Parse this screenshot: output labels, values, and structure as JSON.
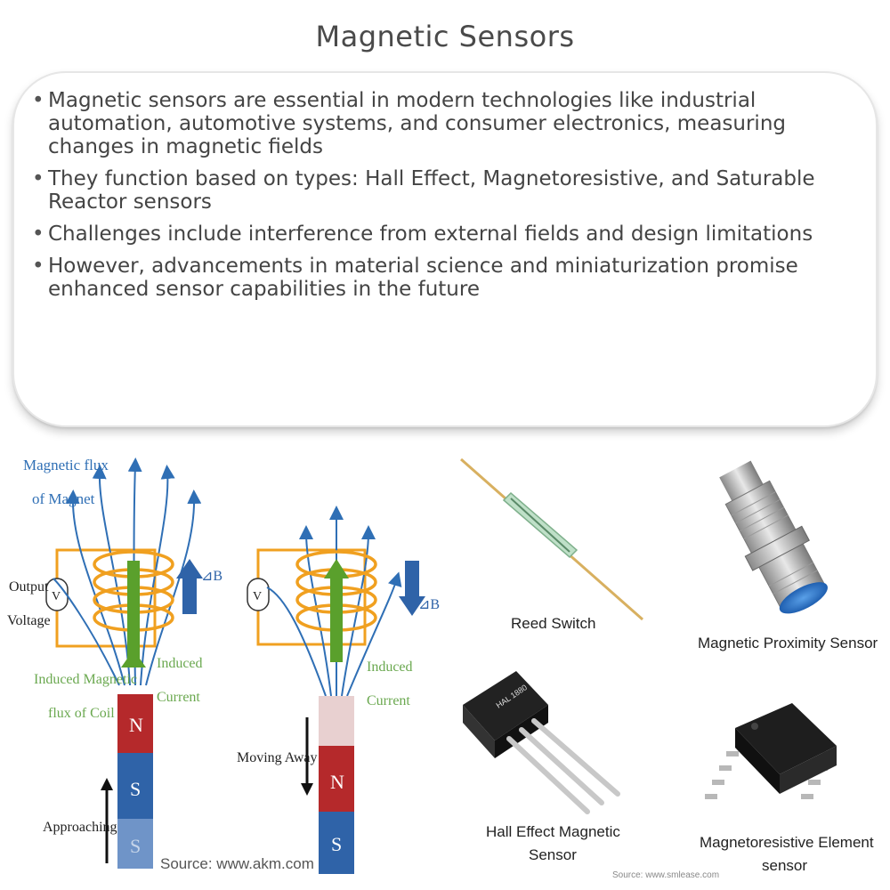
{
  "title": "Magnetic Sensors",
  "bullets": [
    "Magnetic sensors are essential in modern technologies like industrial automation, automotive systems, and consumer electronics, measuring changes in magnetic fields",
    "They function based on types: Hall Effect, Magnetoresistive, and Saturable Reactor sensors",
    "Challenges include interference from external fields and design limitations",
    "However, advancements in material science and miniaturization promise enhanced sensor capabilities in the future"
  ],
  "diagram": {
    "flux_label_1": "Magnetic flux",
    "flux_label_2": "of Magnet",
    "output_label_1": "Output",
    "output_label_2": "Voltage",
    "voltmeter": "V",
    "delta_b": "⊿B",
    "induced_flux_1": "Induced Magnetic",
    "induced_flux_2": "flux of Coil",
    "induced_current_1": "Induced",
    "induced_current_2": "Current",
    "pole_n": "N",
    "pole_s": "S",
    "approaching": "Approaching",
    "moving_away": "Moving Away",
    "source": "Source: www.akm.com"
  },
  "products": {
    "reed_switch": "Reed Switch",
    "proximity_sensor": "Magnetic Proximity Sensor",
    "hall_line1": "Hall Effect Magnetic",
    "hall_line2": "Sensor",
    "hall_chip_text": "HAL 1880",
    "mr_line1": "Magnetoresistive Element",
    "mr_line2": "sensor",
    "source": "Source: www.smlease.com"
  },
  "colors": {
    "flux_blue": "#2f6fb5",
    "coil_orange": "#f0a020",
    "magnet_red": "#b5292b",
    "magnet_blue": "#2f63a8",
    "induced_green": "#5aa02c",
    "caption_green": "#6aa84f"
  }
}
